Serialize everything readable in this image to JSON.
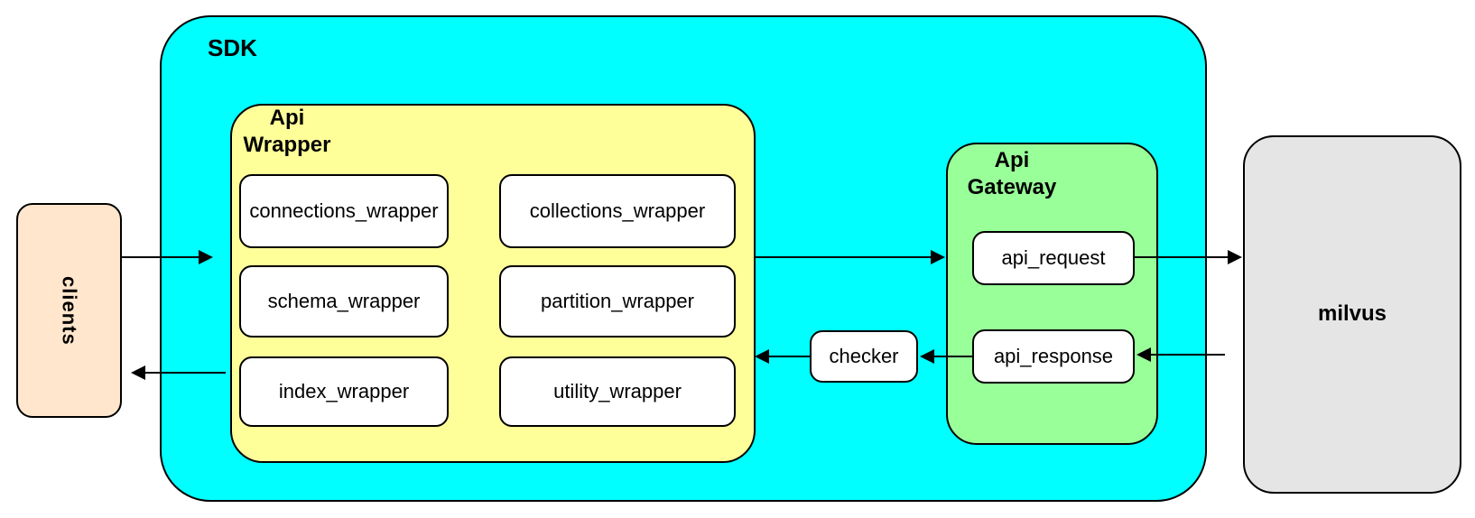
{
  "colors": {
    "canvas_bg": "#ffffff",
    "clients_fill": "#ffe6cc",
    "sdk_fill": "#00ffff",
    "api_wrapper_fill": "#ffff99",
    "api_gateway_fill": "#99ff99",
    "milvus_fill": "#e5e5e5",
    "node_fill": "#ffffff",
    "border": "#000000"
  },
  "nodes": {
    "clients": {
      "label": "clients"
    },
    "sdk": {
      "label": "SDK"
    },
    "api_wrapper": {
      "label_line1": "Api",
      "label_line2": "Wrapper",
      "items": [
        "connections_wrapper",
        "collections_wrapper",
        "schema_wrapper",
        "partition_wrapper",
        "index_wrapper",
        "utility_wrapper"
      ]
    },
    "checker": {
      "label": "checker"
    },
    "api_gateway": {
      "label_line1": "Api",
      "label_line2": "Gateway",
      "items": [
        "api_request",
        "api_response"
      ]
    },
    "milvus": {
      "label": "milvus"
    }
  },
  "edges": [
    {
      "name": "clients-to-sdk",
      "direction": "right"
    },
    {
      "name": "api-wrapper-to-api-gateway",
      "direction": "right"
    },
    {
      "name": "api-request-to-milvus",
      "direction": "right"
    },
    {
      "name": "milvus-to-api-response",
      "direction": "left"
    },
    {
      "name": "api-response-to-checker",
      "direction": "left"
    },
    {
      "name": "checker-to-api-wrapper",
      "direction": "left"
    },
    {
      "name": "sdk-to-clients",
      "direction": "left"
    }
  ]
}
